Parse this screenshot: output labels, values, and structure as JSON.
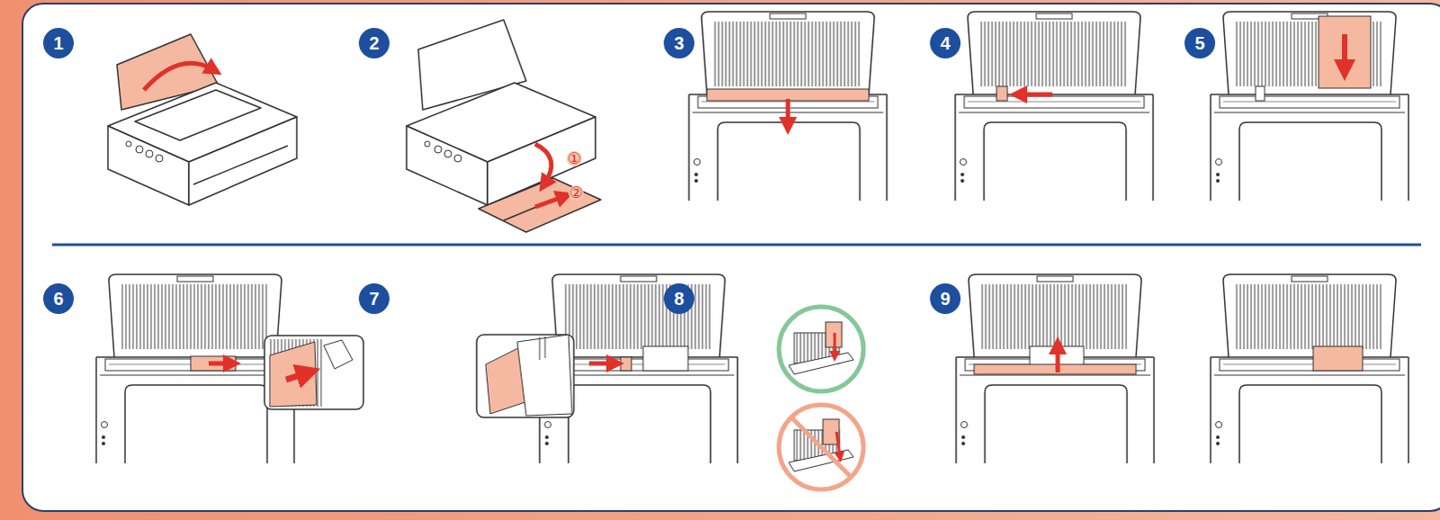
{
  "diagram": {
    "nodes": [
      {
        "text": [
          "1"
        ]
      },
      {
        "text": [
          "2"
        ]
      },
      {
        "text": [
          "3"
        ]
      },
      {
        "text": [
          "4"
        ]
      },
      {
        "text": [
          "5"
        ]
      },
      {
        "text": [
          "6"
        ]
      },
      {
        "text": [
          "7"
        ]
      },
      {
        "text": [
          "8"
        ]
      },
      {
        "text": [
          "9"
        ]
      }
    ],
    "labels": [
      "①",
      "②"
    ]
  }
}
